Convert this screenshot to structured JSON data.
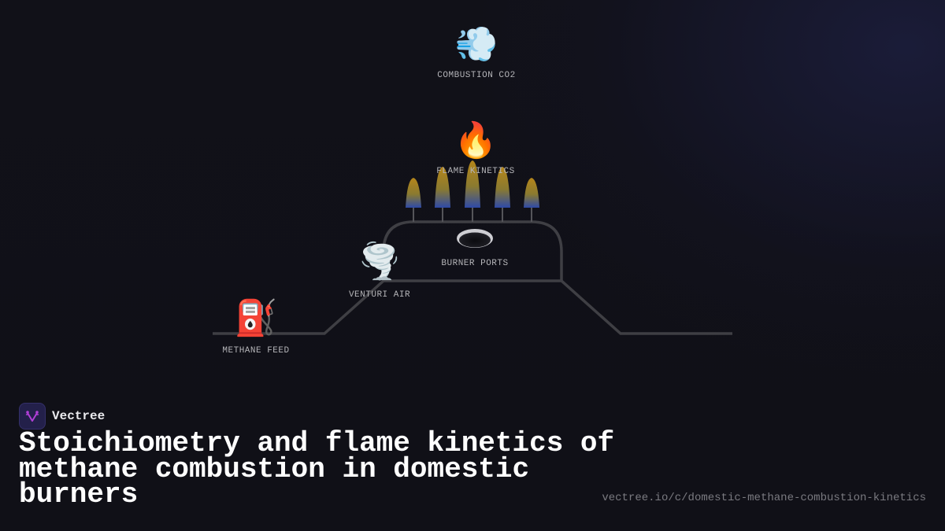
{
  "diagram": {
    "nodes": [
      {
        "id": "combustion-co2",
        "icon": "dash-wind-icon",
        "emoji": "💨",
        "label": "COMBUSTION CO2"
      },
      {
        "id": "flame-kinetics",
        "icon": "fire-icon",
        "emoji": "🔥",
        "label": "FLAME KINETICS"
      },
      {
        "id": "burner-ports",
        "icon": "burner-port-icon",
        "emoji": "",
        "label": "BURNER PORTS"
      },
      {
        "id": "venturi-air",
        "icon": "tornado-icon",
        "emoji": "🌪️",
        "label": "VENTURI AIR"
      },
      {
        "id": "methane-feed",
        "icon": "fuel-pump-icon",
        "emoji": "⛽",
        "label": "METHANE FEED"
      }
    ],
    "flame_count": 5,
    "colors": {
      "pipe": "#3f3f44",
      "flame_top": "#b5861a",
      "flame_bottom": "#2e4aa8",
      "label": "#b4b4b8"
    }
  },
  "brand": {
    "name": "Vectree",
    "logo_color": "#b03fd6"
  },
  "title": "Stoichiometry and flame kinetics of methane combustion in domestic burners",
  "url": "vectree.io/c/domestic-methane-combustion-kinetics"
}
